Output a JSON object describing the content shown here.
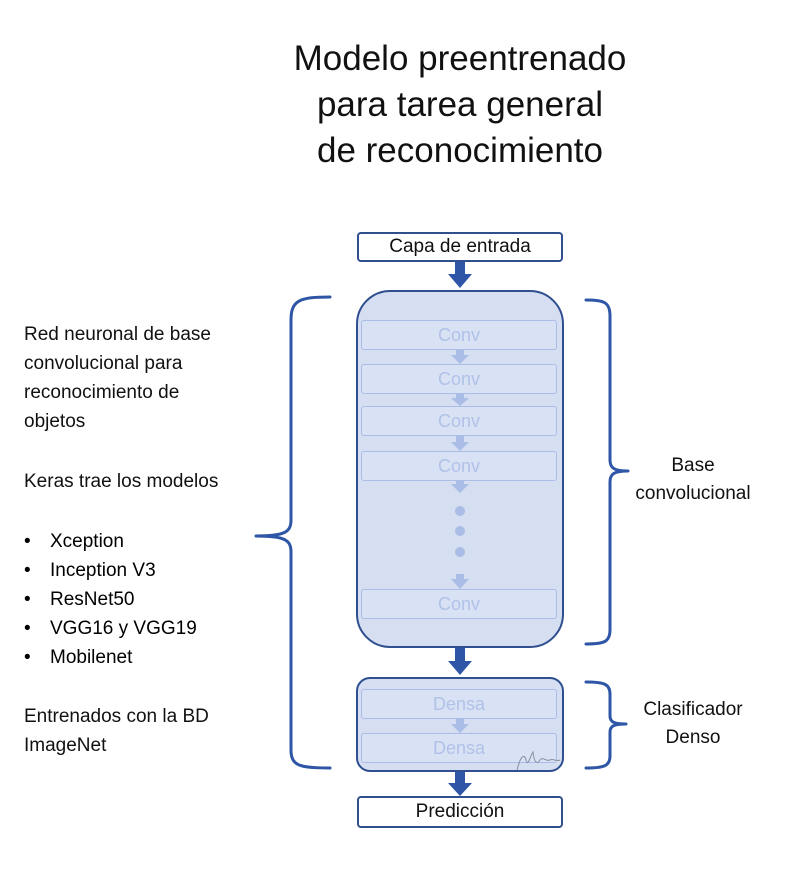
{
  "title": {
    "lines": [
      "Modelo preentrenado",
      "para tarea general",
      "de reconocimiento"
    ]
  },
  "input_layer": "Capa de entrada",
  "output_layer": "Predicción",
  "conv_layers": [
    "Conv",
    "Conv",
    "Conv",
    "Conv",
    "Conv"
  ],
  "dense_layers": [
    "Densa",
    "Densa"
  ],
  "base_label": [
    "Base",
    "convolucional"
  ],
  "classifier_label": [
    "Clasificador",
    "Denso"
  ],
  "left_description": {
    "intro": [
      "Red neuronal de base",
      "convolucional para",
      "reconocimiento de",
      "objetos"
    ],
    "keras": "Keras trae los modelos",
    "models": [
      "Xception",
      "Inception V3",
      "ResNet50",
      "VGG16 y VGG19",
      "Mobilenet"
    ],
    "trained": [
      "Entrenados con la BD",
      "ImageNet"
    ]
  },
  "colors": {
    "accent": "#2f4f8f",
    "layer_fill": "#d6def2",
    "layer_text": "#b0c2e8"
  },
  "icons": {
    "arrow": "down-arrow-icon",
    "dots": "ellipsis-vertical-icon",
    "brace": "curly-brace-icon",
    "signature": "signature-mark"
  }
}
